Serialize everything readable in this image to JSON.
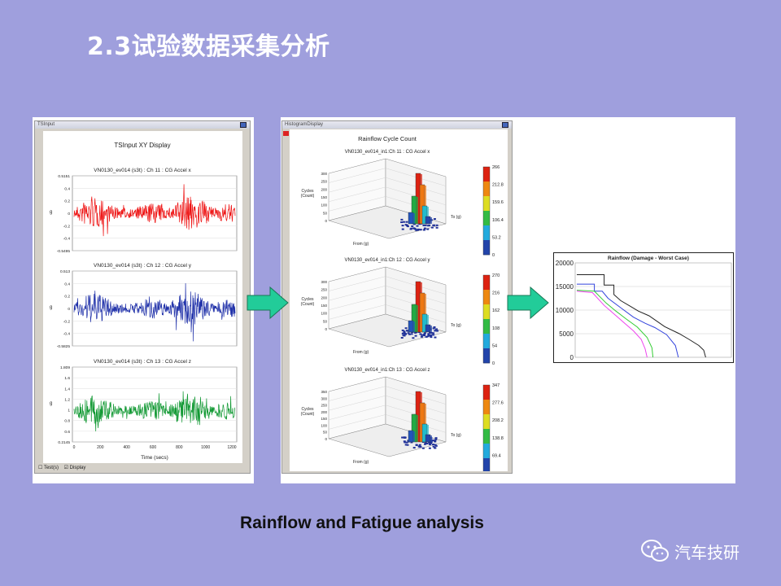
{
  "slide": {
    "title": "2.3试验数据采集分析",
    "caption": "Rainflow and Fatigue analysis",
    "brand": "汽车技研"
  },
  "xy_window": {
    "titlebar": "TSInput",
    "status_left": "Test(s)",
    "status_right": "Display",
    "heading": "TSInput XY Display",
    "xlabel": "Time (secs)",
    "ylabel": "g",
    "charts": [
      {
        "title": "VN0130_ev014 (s3t) : Ch 11 : CG Accel x",
        "yticks": [
          "0.5151",
          "0.4",
          "0.2",
          "0",
          "-0.2",
          "-0.4",
          "-0.5495"
        ],
        "color": "#ee1111"
      },
      {
        "title": "VN0130_ev014 (s3t) : Ch 12 : CG Accel y",
        "yticks": [
          "0.513",
          "0.4",
          "0.2",
          "0",
          "-0.2",
          "-0.4",
          "-0.5825"
        ],
        "color": "#2233aa"
      },
      {
        "title": "VN0130_ev014 (s3t) : Ch 13 : CG Accel z",
        "yticks": [
          "1.809",
          "1.6",
          "1.4",
          "1.2",
          "1",
          "0.8",
          "0.6",
          "0.2145"
        ],
        "color": "#119933"
      }
    ],
    "xticks": [
      "0",
      "200",
      "400",
      "600",
      "800",
      "1000",
      "1200"
    ]
  },
  "histogram_window": {
    "titlebar": "HistogramDisplay",
    "heading": "Rainflow Cycle Count",
    "zlabel": "Cycles (Count)",
    "xlabel": "From (g)",
    "ylabel": "To (g)",
    "charts": [
      {
        "title": "VN0130_ev014_in1:Ch 11 : CG Accel x",
        "scale": [
          "266",
          "212.8",
          "159.6",
          "106.4",
          "53.2",
          "0"
        ],
        "zticks": [
          "300",
          "250",
          "200",
          "150",
          "100",
          "50",
          "0"
        ]
      },
      {
        "title": "VN0130_ev014_in1:Ch 12 : CG Accel y",
        "scale": [
          "270",
          "216",
          "162",
          "108",
          "54",
          "0"
        ],
        "zticks": [
          "300",
          "250",
          "200",
          "150",
          "100",
          "50",
          "0"
        ]
      },
      {
        "title": "VN0130_ev014_in1:Ch 13 : CG Accel z",
        "scale": [
          "347",
          "277.6",
          "208.2",
          "138.8",
          "69.4",
          "0"
        ],
        "zticks": [
          "350",
          "300",
          "250",
          "200",
          "150",
          "100",
          "50",
          "0"
        ]
      }
    ]
  },
  "chart_data": {
    "type": "line",
    "title": "Rainflow (Damage - Worst Case)",
    "yticks": [
      "20000",
      "15000",
      "10000",
      "5000",
      "0"
    ],
    "ylim": [
      0,
      20000
    ],
    "series": [
      {
        "color": "#222222",
        "points": [
          [
            0,
            17500
          ],
          [
            28,
            17500
          ],
          [
            28,
            15300
          ],
          [
            38,
            15300
          ],
          [
            38,
            13300
          ],
          [
            45,
            12000
          ],
          [
            55,
            10800
          ],
          [
            63,
            9800
          ],
          [
            74,
            8800
          ],
          [
            90,
            6500
          ],
          [
            105,
            5000
          ],
          [
            115,
            3800
          ],
          [
            125,
            2500
          ],
          [
            130,
            1500
          ],
          [
            132,
            0
          ]
        ]
      },
      {
        "color": "#3344dd",
        "points": [
          [
            0,
            15500
          ],
          [
            18,
            15500
          ],
          [
            18,
            14000
          ],
          [
            26,
            14000
          ],
          [
            32,
            12500
          ],
          [
            45,
            10500
          ],
          [
            58,
            8500
          ],
          [
            70,
            7200
          ],
          [
            80,
            6300
          ],
          [
            92,
            4800
          ],
          [
            101,
            2500
          ],
          [
            104,
            0
          ]
        ]
      },
      {
        "color": "#33cc33",
        "points": [
          [
            0,
            14200
          ],
          [
            18,
            14000
          ],
          [
            30,
            11500
          ],
          [
            40,
            9800
          ],
          [
            50,
            8200
          ],
          [
            62,
            6400
          ],
          [
            72,
            4200
          ],
          [
            77,
            2000
          ],
          [
            78,
            0
          ]
        ]
      },
      {
        "color": "#ee44ee",
        "points": [
          [
            0,
            14000
          ],
          [
            16,
            13700
          ],
          [
            28,
            11000
          ],
          [
            38,
            9200
          ],
          [
            48,
            7400
          ],
          [
            58,
            5600
          ],
          [
            66,
            3800
          ],
          [
            70,
            1800
          ],
          [
            72,
            0
          ]
        ]
      }
    ]
  }
}
